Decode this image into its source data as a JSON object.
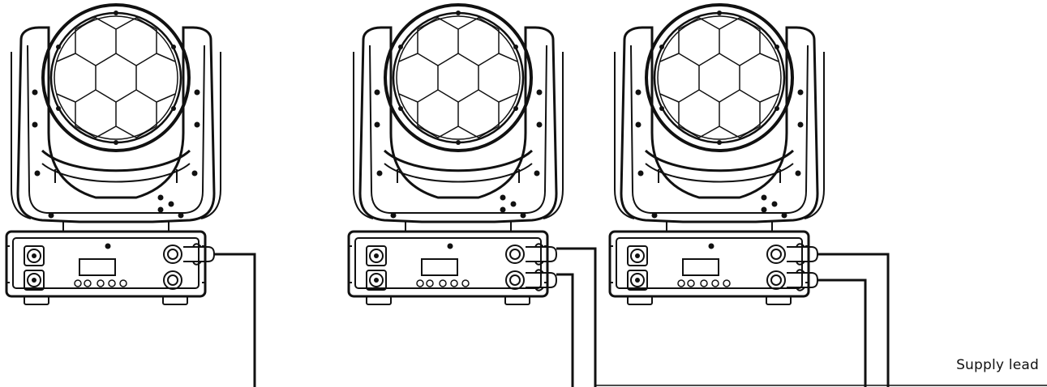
{
  "diagram": {
    "label": "Supply lead",
    "fixture_count": 3,
    "colors": {
      "line": "#111111",
      "background": "#ffffff"
    },
    "fixtures": [
      {
        "id": "fixture-1",
        "power_out_cables": 1
      },
      {
        "id": "fixture-2",
        "power_out_cables": 2
      },
      {
        "id": "fixture-3",
        "power_out_cables": 2
      }
    ]
  }
}
